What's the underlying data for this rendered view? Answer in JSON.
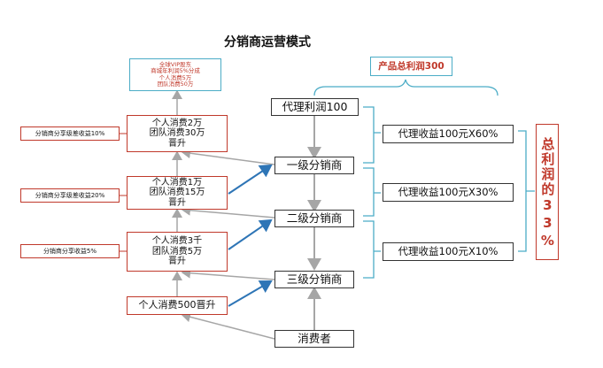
{
  "title": "分销商运营模式",
  "product_profit": "产品总利润300",
  "chain": {
    "agent": "代理利润100",
    "level1": "一级分销商",
    "level2": "二级分销商",
    "level3": "三级分销商",
    "consumer": "消费者"
  },
  "vip_box": [
    "全球VIP股东",
    "商城年利润5%分成",
    "个人消费5万",
    "团队消费50万"
  ],
  "promo_boxes": [
    [
      "个人消费2万",
      "团队消费30万",
      "晋升"
    ],
    [
      "个人消费1万",
      "团队消费15万",
      "晋升"
    ],
    [
      "个人消费3千",
      "团队消费5万",
      "晋升"
    ]
  ],
  "share_labels": [
    "分销商分享级差收益10%",
    "分销商分享级差收益20%",
    "分销商分享收益5%"
  ],
  "entry_box": "个人消费500晋升",
  "income_boxes": [
    "代理收益100元X60%",
    "代理收益100元X30%",
    "代理收益100元X10%"
  ],
  "total_profit": "总利润的33%",
  "colors": {
    "red": "#c0392b",
    "blue": "#2e75b6",
    "cyan": "#4bacc6",
    "orange": "#e67e22",
    "gray": "#a6a6a6"
  }
}
